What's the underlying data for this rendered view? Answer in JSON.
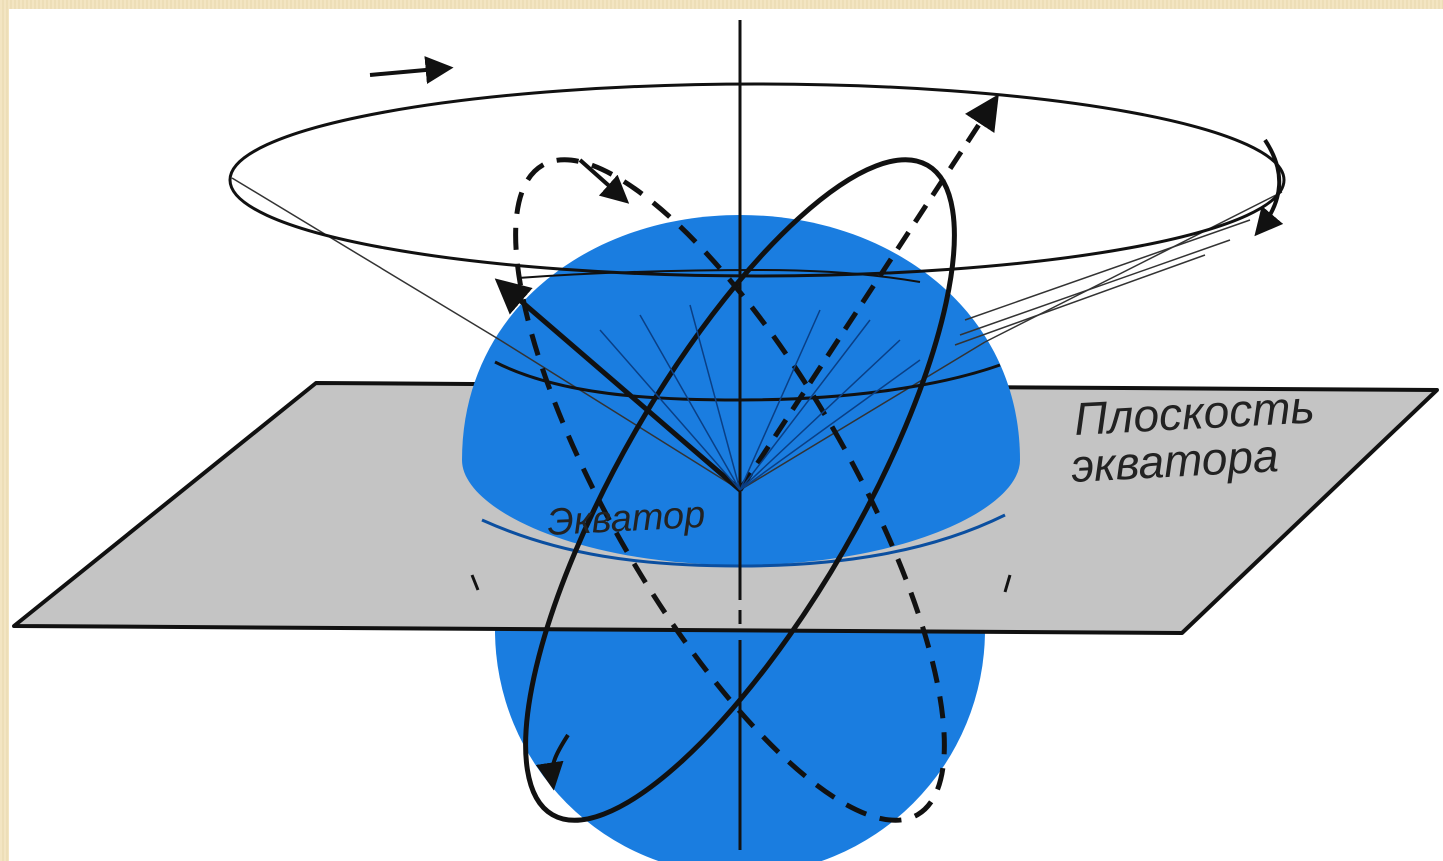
{
  "labels": {
    "plane_line1": "Плоскость",
    "plane_line2": "экватора",
    "equator": "Экватор"
  },
  "colors": {
    "sphere": "#1a7de0",
    "sphere_dark": "#0b5fc0",
    "plane": "#c4c4c4",
    "ink": "#111111",
    "background": "#ffffff",
    "border": "#f2e2bb"
  }
}
